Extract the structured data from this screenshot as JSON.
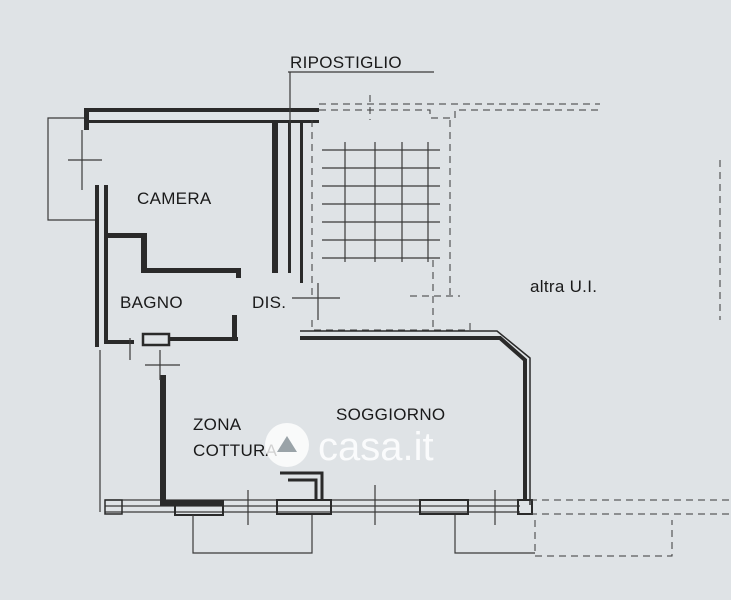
{
  "rooms": {
    "ripostiglio": "RIPOSTIGLIO",
    "camera": "CAMERA",
    "bagno": "BAGNO",
    "dis": "DIS.",
    "zona": "ZONA",
    "cottura": "COTTURA",
    "soggiorno": "SOGGIORNO",
    "altra_ui": "altra U.I."
  },
  "watermark": {
    "text": "casa.it"
  }
}
